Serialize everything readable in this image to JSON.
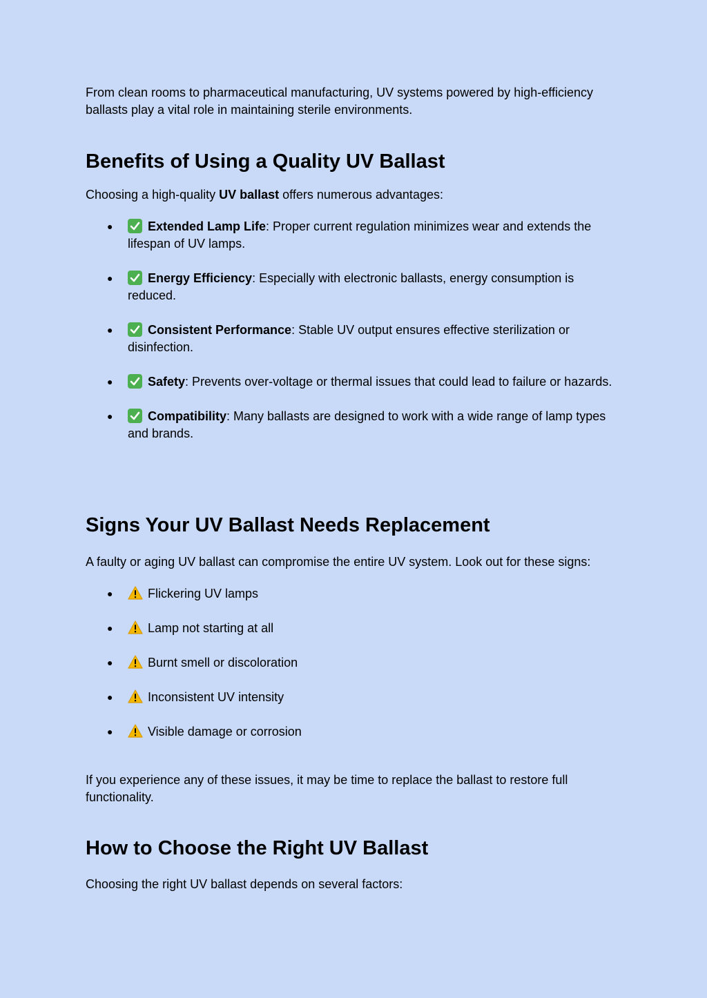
{
  "intro": {
    "text": "From clean rooms to pharmaceutical manufacturing, UV systems powered by high-efficiency ballasts play a vital role in maintaining sterile environments."
  },
  "benefits": {
    "heading": "Benefits of Using a Quality UV Ballast",
    "lead_before": "Choosing a high-quality ",
    "lead_bold": "UV ballast",
    "lead_after": " offers numerous advantages:",
    "icon": "check-mark-button-icon",
    "items": [
      {
        "title": "Extended Lamp Life",
        "text": ": Proper current regulation minimizes wear and extends the lifespan of UV lamps."
      },
      {
        "title": "Energy Efficiency",
        "text": ": Especially with electronic ballasts, energy consumption is reduced."
      },
      {
        "title": "Consistent Performance",
        "text": ": Stable UV output ensures effective sterilization or disinfection."
      },
      {
        "title": "Safety",
        "text": ": Prevents over-voltage or thermal issues that could lead to failure or hazards."
      },
      {
        "title": "Compatibility",
        "text": ": Many ballasts are designed to work with a wide range of lamp types and brands."
      }
    ]
  },
  "signs": {
    "heading": "Signs Your UV Ballast Needs Replacement",
    "lead": "A faulty or aging UV ballast can compromise the entire UV system. Look out for these signs:",
    "icon": "warning-icon",
    "items": [
      "Flickering UV lamps",
      "Lamp not starting at all",
      "Burnt smell or discoloration",
      "Inconsistent UV intensity",
      "Visible damage or corrosion"
    ],
    "conclusion": "If you experience any of these issues, it may be time to replace the ballast to restore full functionality."
  },
  "choose": {
    "heading": "How to Choose the Right UV Ballast",
    "lead": "Choosing the right UV ballast depends on several factors:"
  },
  "colors": {
    "background": "#c9daf8",
    "check": "#4caf50",
    "warning": "#f5b800"
  },
  "bullet_glyph": "●"
}
